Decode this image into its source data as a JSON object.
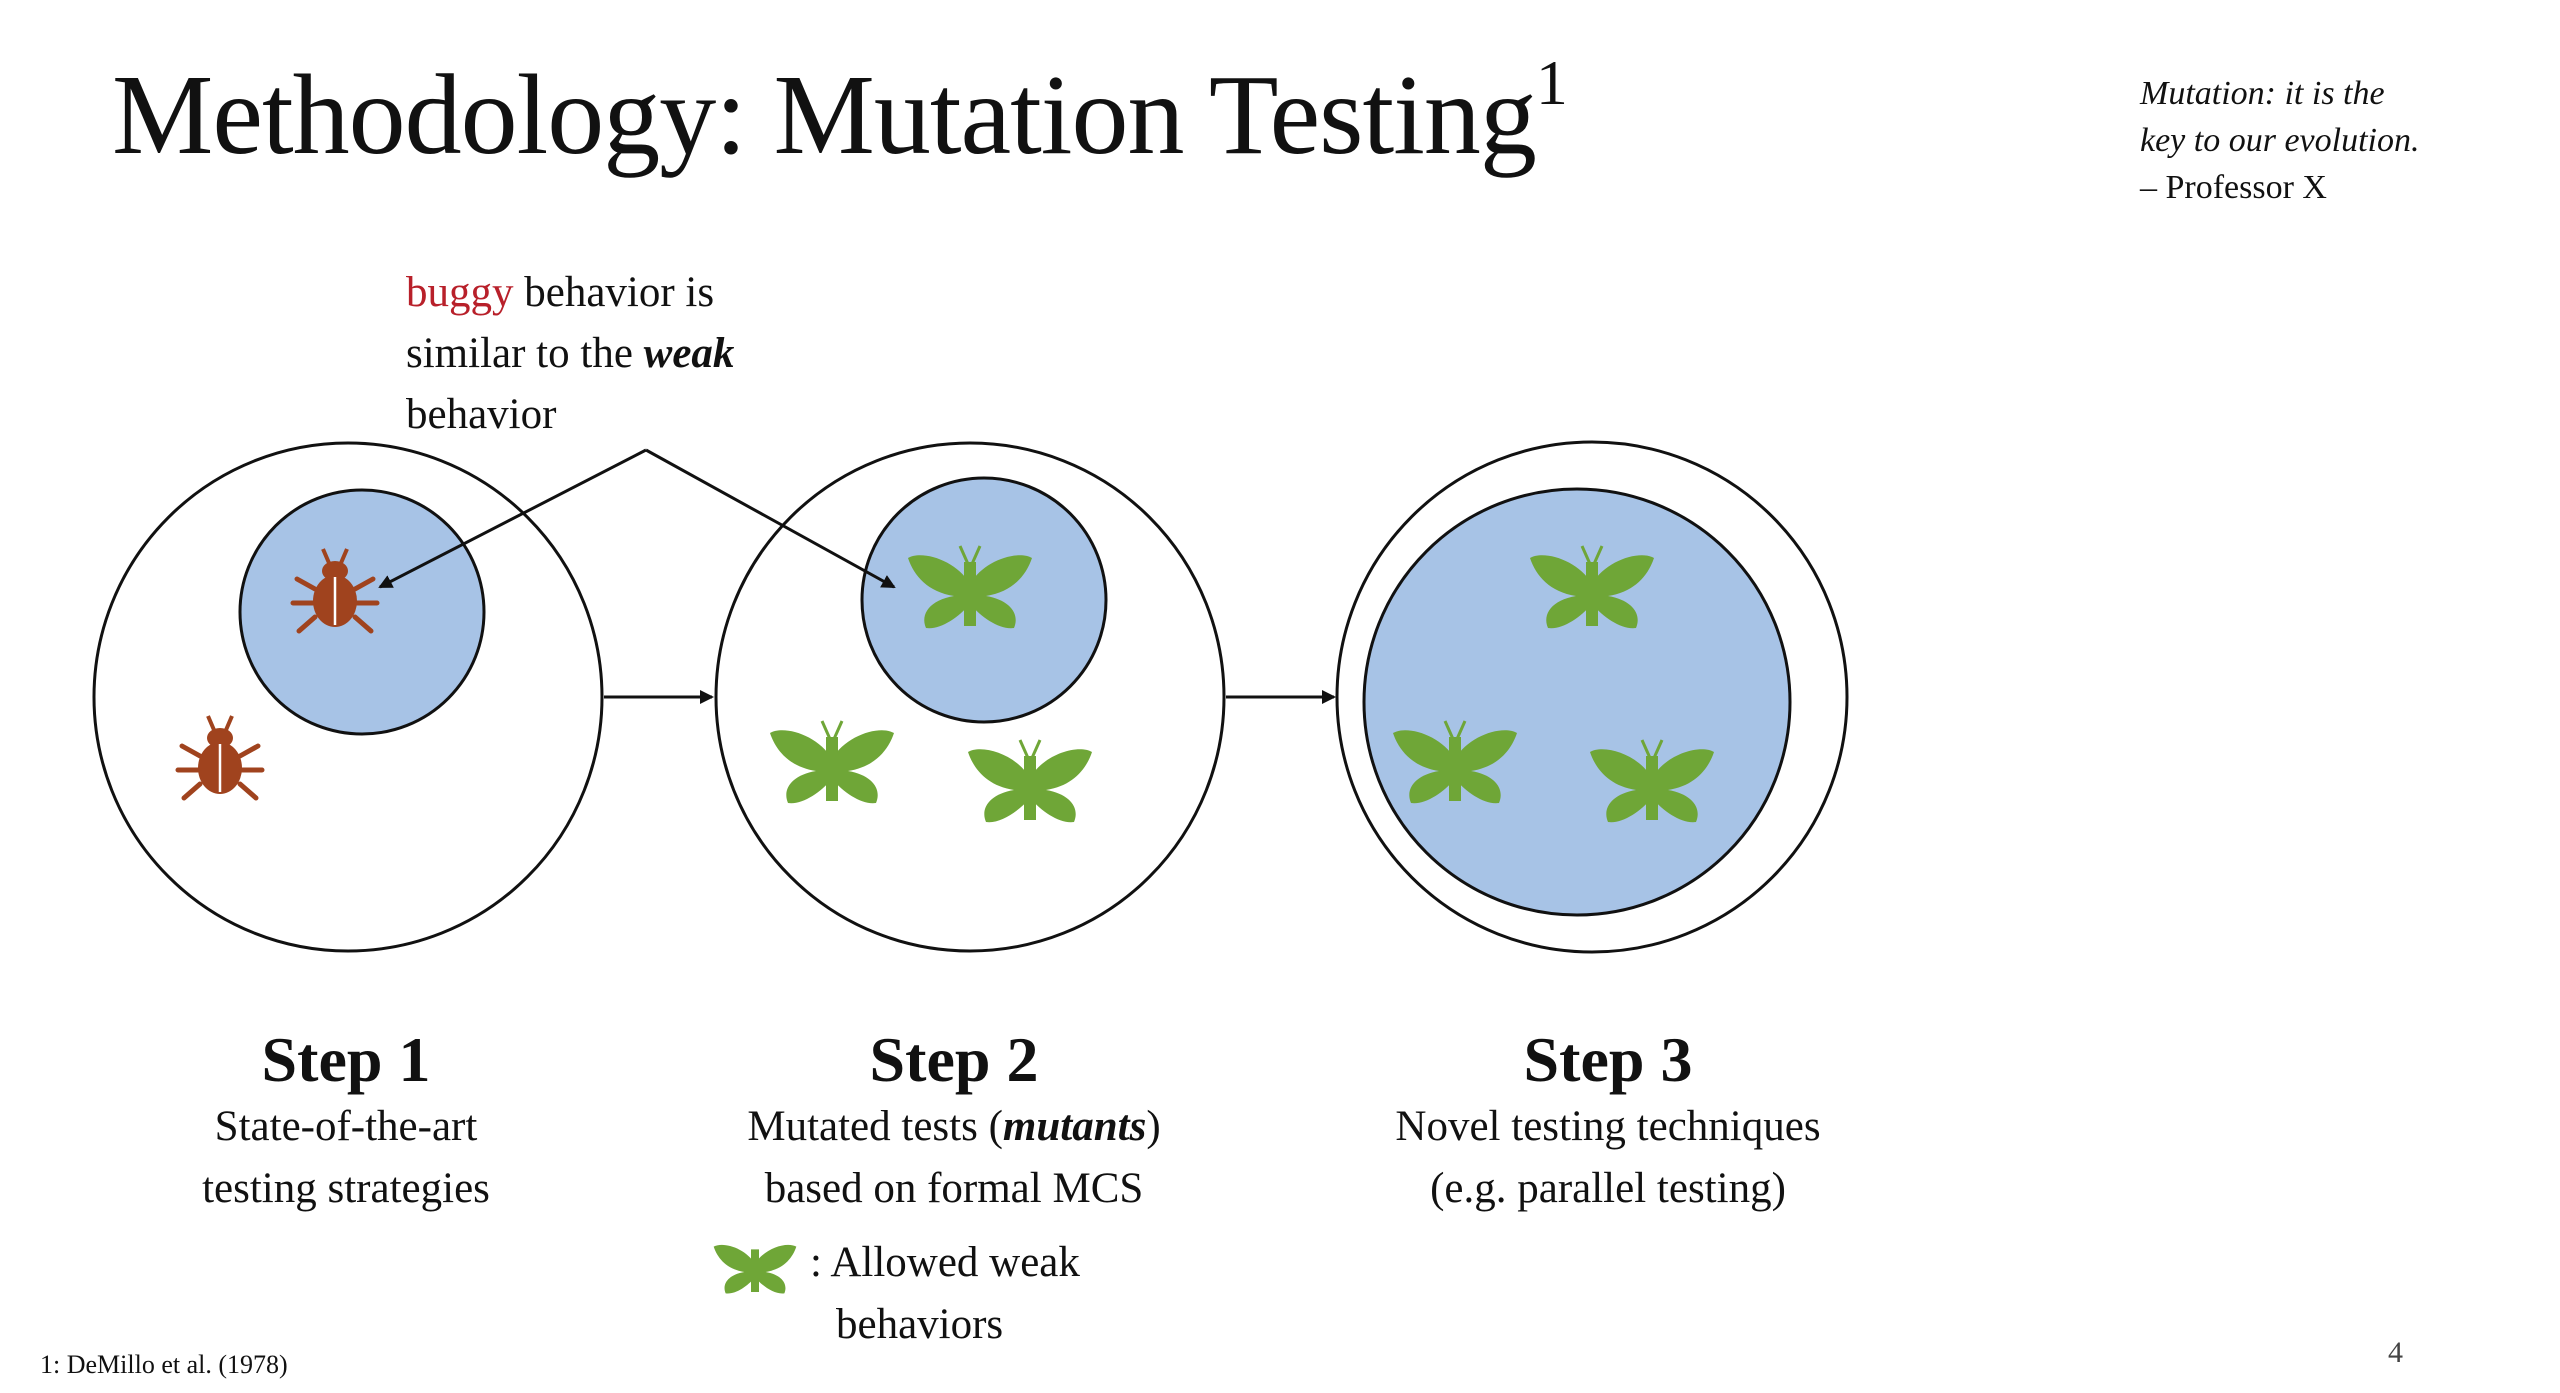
{
  "slide": {
    "title": "Methodology: Mutation Testing",
    "title_sup": "1",
    "quote_line1": "Mutation: it is the",
    "quote_line2": "key to our evolution.",
    "quote_line3": "– Professor X",
    "callout_buggy": "buggy",
    "callout_rest1": " behavior is",
    "callout_line2a": "similar to the ",
    "callout_weak": "weak",
    "callout_line3": "behavior",
    "steps": [
      {
        "heading": "Step 1",
        "line1": "State-of-the-art",
        "line2": "testing strategies"
      },
      {
        "heading": "Step 2",
        "line1a": "Mutated tests (",
        "line1b": "mutants",
        "line1c": ")",
        "line2": "based on formal MCS"
      },
      {
        "heading": "Step 3",
        "line1": "Novel testing techniques",
        "line2": "(e.g. parallel testing)"
      }
    ],
    "legend_line1": ": Allowed weak",
    "legend_line2": "behaviors",
    "footnote": "1: DeMillo et al. (1978)",
    "page_number": "4"
  },
  "colors": {
    "inner_circle_fill": "#a7c3e6",
    "bug": "#a0431e",
    "butterfly": "#6fa637",
    "accent_red": "#b8202a"
  },
  "icons": [
    "bug-icon",
    "butterfly-icon",
    "arrow-icon"
  ]
}
